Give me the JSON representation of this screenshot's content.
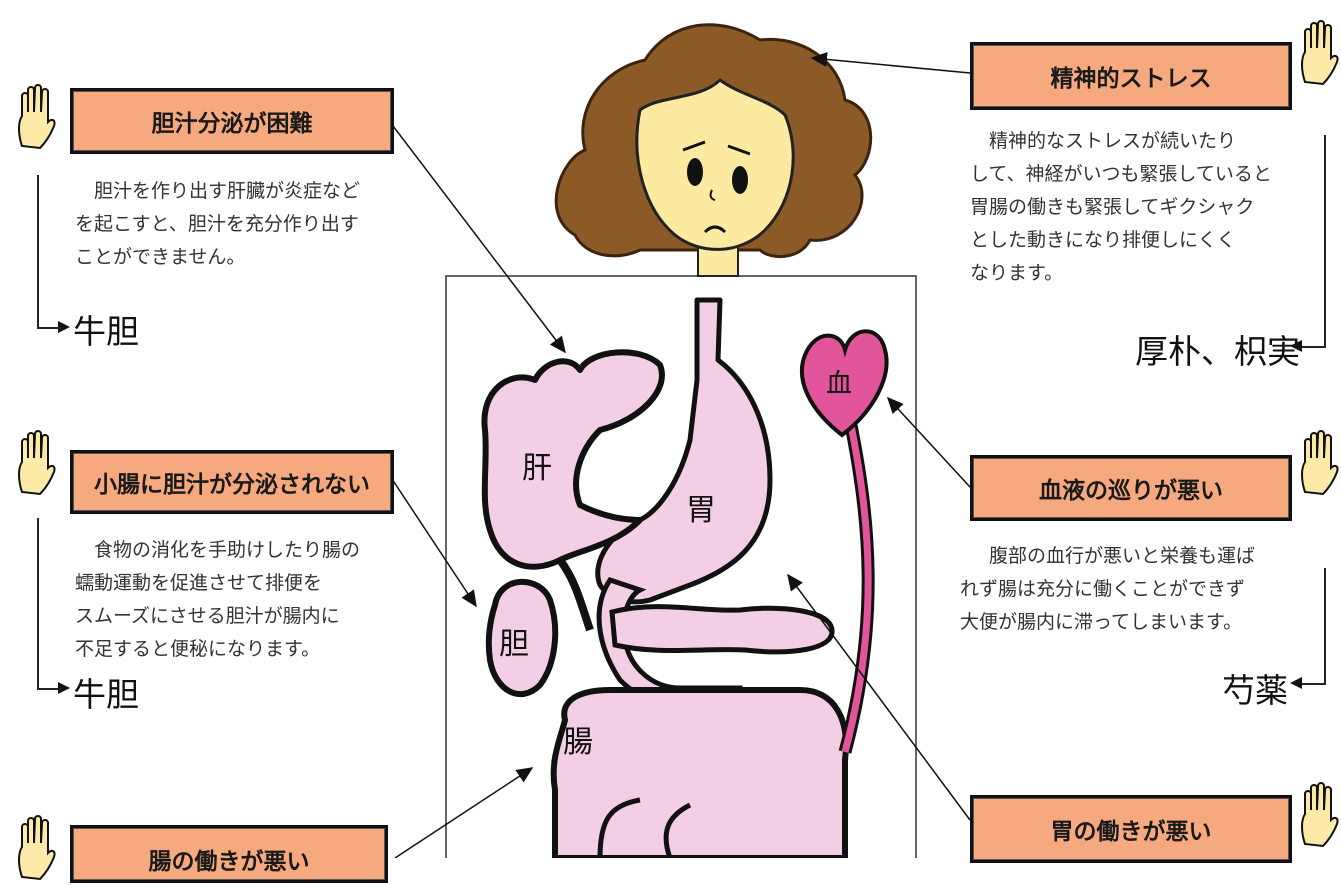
{
  "causes": {
    "bile_secretion": {
      "title": "胆汁分泌が困難",
      "description_lines": [
        "胆汁を作り出す肝臓が炎症など",
        "を起こすと、胆汁を充分作り出す",
        "ことができません。"
      ],
      "remedy": "牛胆"
    },
    "small_intestine": {
      "title": "小腸に胆汁が分泌されない",
      "description_lines": [
        "食物の消化を手助けしたり腸の",
        "蠕動運動を促進させて排便を",
        "スムーズにさせる胆汁が腸内に",
        "不足すると便秘になります。"
      ],
      "remedy": "牛胆"
    },
    "intestine_function": {
      "title": "腸の働きが悪い"
    },
    "mental_stress": {
      "title": "精神的ストレス",
      "description_lines": [
        "精神的なストレスが続いたり",
        "して、神経がいつも緊張していると",
        "胃腸の働きも緊張してギクシャク",
        "とした動きになり排便しにくく",
        "なります。"
      ],
      "remedy": "厚朴、枳実"
    },
    "blood_circulation": {
      "title": "血液の巡りが悪い",
      "description_lines": [
        "腹部の血行が悪いと栄養も運ば",
        "れず腸は充分に働くことができず",
        "大便が腸内に滞ってしまいます。"
      ],
      "remedy": "芍薬"
    },
    "stomach_function": {
      "title": "胃の働きが悪い"
    }
  },
  "organs": {
    "liver": "肝",
    "stomach": "胃",
    "gallbladder": "胆",
    "intestine": "腸",
    "blood": "血"
  },
  "colors": {
    "title_fill": "#f6a97f",
    "organ_fill": "#f3cfe6",
    "heart_fill": "#e2559a",
    "hair": "#8b5a26",
    "skin": "#fbeaa0"
  }
}
